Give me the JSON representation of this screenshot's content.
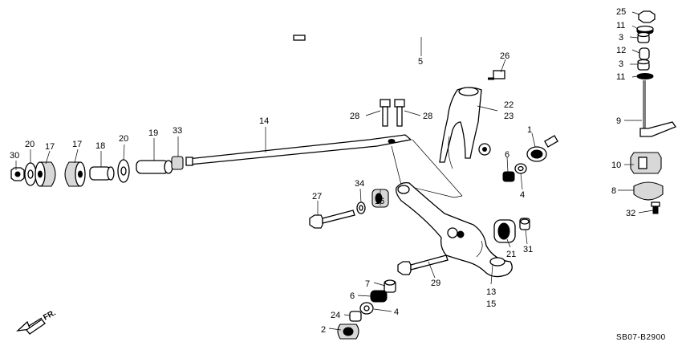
{
  "callouts": [
    {
      "id": "c25",
      "text": "25"
    },
    {
      "id": "c11a",
      "text": "11"
    },
    {
      "id": "c3a",
      "text": "3"
    },
    {
      "id": "c12",
      "text": "12"
    },
    {
      "id": "c3b",
      "text": "3"
    },
    {
      "id": "c11b",
      "text": "11"
    },
    {
      "id": "c9",
      "text": "9"
    },
    {
      "id": "c10",
      "text": "10"
    },
    {
      "id": "c8",
      "text": "8"
    },
    {
      "id": "c32",
      "text": "32"
    },
    {
      "id": "c5",
      "text": "5"
    },
    {
      "id": "c26",
      "text": "26"
    },
    {
      "id": "c22",
      "text": "22"
    },
    {
      "id": "c23",
      "text": "23"
    },
    {
      "id": "c1",
      "text": "1"
    },
    {
      "id": "c6a",
      "text": "6"
    },
    {
      "id": "c4a",
      "text": "4"
    },
    {
      "id": "c28a",
      "text": "28"
    },
    {
      "id": "c28b",
      "text": "28"
    },
    {
      "id": "c14",
      "text": "14"
    },
    {
      "id": "c30",
      "text": "30"
    },
    {
      "id": "c20a",
      "text": "20"
    },
    {
      "id": "c17a",
      "text": "17"
    },
    {
      "id": "c17b",
      "text": "17"
    },
    {
      "id": "c18",
      "text": "18"
    },
    {
      "id": "c20b",
      "text": "20"
    },
    {
      "id": "c19",
      "text": "19"
    },
    {
      "id": "c33",
      "text": "33"
    },
    {
      "id": "c16",
      "text": "16"
    },
    {
      "id": "c34",
      "text": "34"
    },
    {
      "id": "c27",
      "text": "27"
    },
    {
      "id": "c21",
      "text": "21"
    },
    {
      "id": "c31",
      "text": "31"
    },
    {
      "id": "c29",
      "text": "29"
    },
    {
      "id": "c13",
      "text": "13"
    },
    {
      "id": "c15",
      "text": "15"
    },
    {
      "id": "c7",
      "text": "7"
    },
    {
      "id": "c6b",
      "text": "6"
    },
    {
      "id": "c4b",
      "text": "4"
    },
    {
      "id": "c24",
      "text": "24"
    },
    {
      "id": "c2",
      "text": "2"
    }
  ],
  "direction_label": "FR.",
  "diagram_code": "SB07-B2900"
}
